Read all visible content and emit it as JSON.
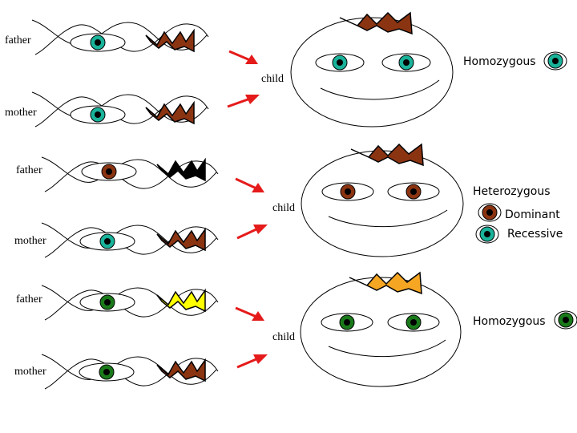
{
  "colors": {
    "blue_eye": "#19b39a",
    "brown_eye": "#8b3412",
    "green_eye": "#1a7a1a",
    "brown_hair": "#8b3412",
    "black_hair": "#000000",
    "yellow_hair": "#ffff00",
    "orange_hair": "#f5a623",
    "arrow": "#e51b1b"
  },
  "panels": [
    {
      "father_label": "father",
      "mother_label": "mother",
      "child_label": "child",
      "father": {
        "eye": "blue",
        "hair": "brown"
      },
      "mother": {
        "eye": "blue",
        "hair": "brown"
      },
      "child": {
        "eye": "blue",
        "hair": "brown"
      },
      "result_label": "Homozygous",
      "result_eye": "blue"
    },
    {
      "father_label": "father",
      "mother_label": "mother",
      "child_label": "child",
      "father": {
        "eye": "brown",
        "hair": "black"
      },
      "mother": {
        "eye": "blue",
        "hair": "brown"
      },
      "child": {
        "eye": "brown",
        "hair": "brown"
      },
      "result_label": "Heterozygous",
      "legend": [
        {
          "label": "Dominant",
          "eye": "brown"
        },
        {
          "label": "Recessive",
          "eye": "blue"
        }
      ]
    },
    {
      "father_label": "father",
      "mother_label": "mother",
      "child_label": "child",
      "father": {
        "eye": "green",
        "hair": "yellow"
      },
      "mother": {
        "eye": "green",
        "hair": "brown"
      },
      "child": {
        "eye": "green",
        "hair": "orange"
      },
      "result_label": "Homozygous",
      "result_eye": "green"
    }
  ]
}
